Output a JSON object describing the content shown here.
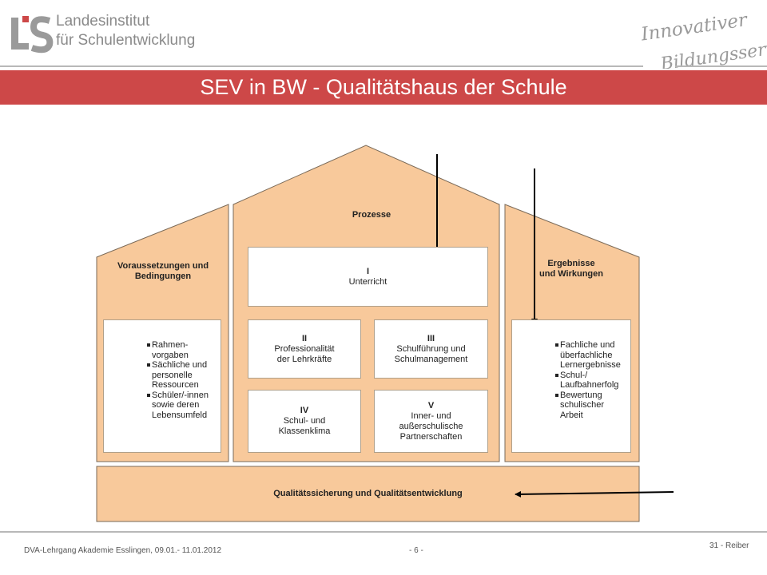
{
  "header": {
    "institute_line1": "Landesinstitut",
    "institute_line2": "für Schulentwicklung",
    "slogan_line1": "Innovativer",
    "slogan_line2": "Bildungsservice",
    "logo": "LS logo mark"
  },
  "title": "SEV in BW - Qualitätshaus der Schule",
  "diagram": {
    "roof_label": "Prozesse",
    "left_wing": {
      "label_line1": "Voraussetzungen und",
      "label_line2": "Bedingungen",
      "items": [
        "Rahmen-vorgaben",
        "Sächliche und personelle Ressourcen",
        "Schüler/-innen sowie deren Lebensumfeld"
      ],
      "item_lines": [
        [
          "Rahmen-",
          "vorgaben"
        ],
        [
          "Sächliche und",
          "personelle",
          "Ressourcen"
        ],
        [
          "Schüler/-innen",
          "sowie deren",
          "Lebensumfeld"
        ]
      ]
    },
    "right_wing": {
      "label_line1": "Ergebnisse",
      "label_line2": "und Wirkungen",
      "items": [
        "Fachliche und überfachliche Lernergebnisse",
        "Schul-/Laufbahnerfolg",
        "Bewertung schulischer Arbeit"
      ],
      "item_lines": [
        [
          "Fachliche und",
          "überfachliche",
          "Lernergebnisse"
        ],
        [
          "Schul-/",
          "Laufbahnerfolg"
        ],
        [
          "Bewertung",
          "schulischer",
          "Arbeit"
        ]
      ]
    },
    "boxes": [
      {
        "num": "I",
        "lines": [
          "Unterricht"
        ]
      },
      {
        "num": "II",
        "lines": [
          "Professionalität",
          "der Lehrkräfte"
        ]
      },
      {
        "num": "III",
        "lines": [
          "Schulführung und",
          "Schulmanagement"
        ]
      },
      {
        "num": "IV",
        "lines": [
          "Schul- und",
          "Klassenklima"
        ]
      },
      {
        "num": "V",
        "lines": [
          "Inner- und",
          "außerschulische",
          "Partnerschaften"
        ]
      }
    ],
    "foundation": "Qualitätssicherung und Qualitätsentwicklung",
    "colors": {
      "fill": "#f8c99b",
      "stroke": "#7a6a58",
      "title_bar": "#cd4848"
    }
  },
  "footer": {
    "left": "DVA-Lehrgang Akademie Esslingen, 09.01.- 11.01.2012",
    "center": "- 6 -",
    "right": "31 - Reiber"
  }
}
